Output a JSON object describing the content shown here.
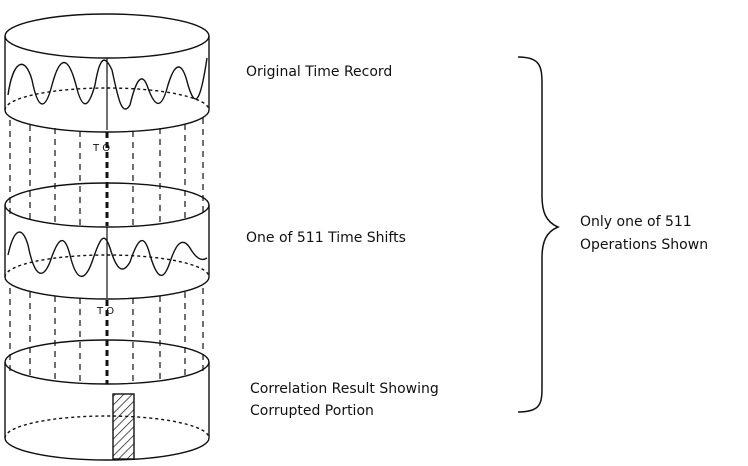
{
  "labels": {
    "original": "Original Time Record",
    "shift": "One of 511 Time Shifts",
    "result_line1": "Correlation Result Showing",
    "result_line2": "Corrupted Portion",
    "summary_line1": "Only one of 511",
    "summary_line2": "Operations Shown",
    "top_marker": "T O",
    "middle_marker": "T O"
  }
}
